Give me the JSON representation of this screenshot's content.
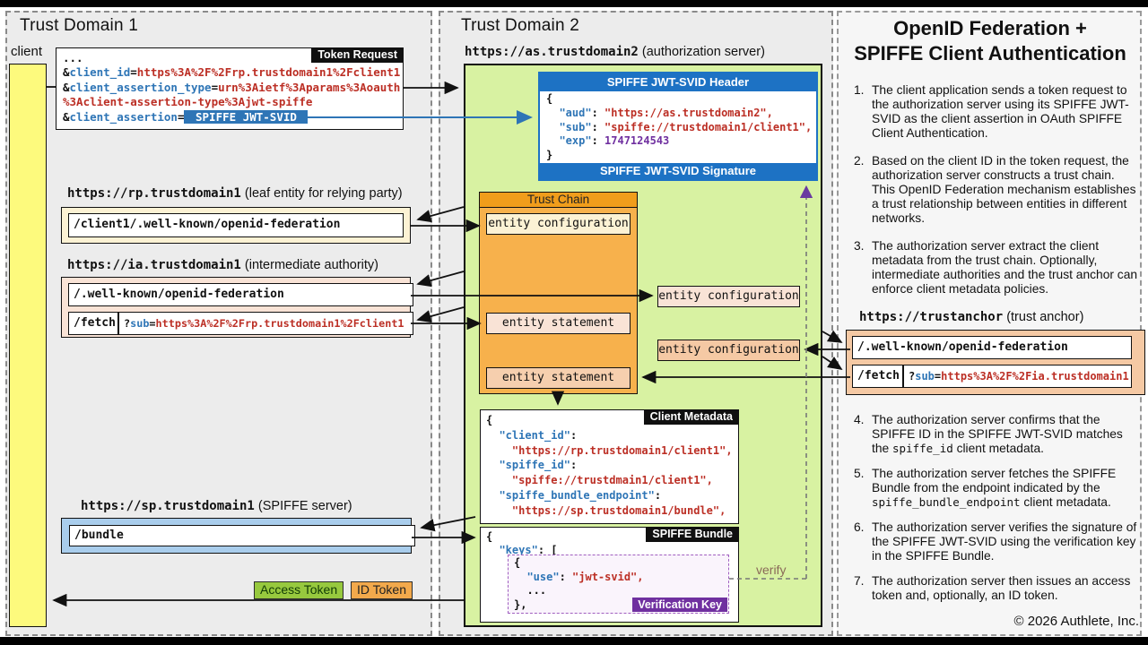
{
  "colors": {
    "accent_blue": "#2e75b6",
    "code_red": "#bc2f25",
    "code_purple": "#7030a0",
    "green_box": "#d8f2a2",
    "client_yellow": "#fdfa7d",
    "rp_cream": "#fcf2d4",
    "ia_pink": "#f9e3d6",
    "ta_peach": "#f5c9a4",
    "trust_chain_orange": "#f7b14c",
    "trust_chain_title_orange": "#f09d1b",
    "access_token_green": "#97c93e",
    "id_token_orange": "#f2a94c",
    "jwt_blue": "#1d72c4",
    "verification_purple": "#7030a0"
  },
  "td1": {
    "title": "Trust Domain 1",
    "client_label": "client",
    "token_request": {
      "label": "Token Request",
      "lines": [
        [
          {
            "t": "...",
            "c": "p"
          }
        ],
        [
          {
            "t": "&",
            "c": "p"
          },
          {
            "t": "client_id",
            "c": "k"
          },
          {
            "t": "=",
            "c": "p"
          },
          {
            "t": "https%3A%2F%2Frp.trustdomain1%2Fclient1",
            "c": "v"
          }
        ],
        [
          {
            "t": "&",
            "c": "p"
          },
          {
            "t": "client_assertion_type",
            "c": "k"
          },
          {
            "t": "=",
            "c": "p"
          },
          {
            "t": "urn%3Aietf%3Aparams%3Aoauth",
            "c": "v"
          }
        ],
        [
          {
            "t": "%3Aclient-assertion-type%3Ajwt-spiffe",
            "c": "v"
          }
        ],
        [
          {
            "t": "&",
            "c": "p"
          },
          {
            "t": "client_assertion",
            "c": "k"
          },
          {
            "t": "=",
            "c": "p"
          },
          {
            "t": " SPIFFE JWT-SVID ",
            "c": "badge"
          }
        ]
      ]
    },
    "rp": {
      "url": "https://rp.trustdomain1",
      "note": "(leaf entity for relying party)",
      "endpoint": "/client1/.well-known/openid-federation"
    },
    "ia": {
      "url": "https://ia.trustdomain1",
      "note": "(intermediate authority)",
      "endpoint1": "/.well-known/openid-federation",
      "fetch_label": "/fetch",
      "fetch_query": [
        {
          "t": "?",
          "c": "p"
        },
        {
          "t": "sub",
          "c": "k"
        },
        {
          "t": "=",
          "c": "p"
        },
        {
          "t": "https%3A%2F%2Frp.trustdomain1%2Fclient1",
          "c": "v"
        }
      ]
    },
    "sp": {
      "url": "https://sp.trustdomain1",
      "note": "(SPIFFE server)",
      "endpoint": "/bundle"
    },
    "access_token_label": "Access Token",
    "id_token_label": "ID Token"
  },
  "td2": {
    "title": "Trust Domain 2",
    "as_heading": {
      "url": "https://as.trustdomain2",
      "note": "(authorization server)"
    },
    "jwt_svid": {
      "header_label": "SPIFFE JWT-SVID Header",
      "signature_label": "SPIFFE JWT-SVID Signature",
      "lines": [
        [
          {
            "t": "{",
            "c": "p"
          }
        ],
        [
          {
            "t": "  ",
            "c": "p"
          },
          {
            "t": "\"aud\"",
            "c": "k"
          },
          {
            "t": ": ",
            "c": "p"
          },
          {
            "t": "\"https://as.trustdomain2\",",
            "c": "v"
          }
        ],
        [
          {
            "t": "  ",
            "c": "p"
          },
          {
            "t": "\"sub\"",
            "c": "k"
          },
          {
            "t": ": ",
            "c": "p"
          },
          {
            "t": "\"spiffe://trustdomain1/client1\",",
            "c": "v"
          }
        ],
        [
          {
            "t": "  ",
            "c": "p"
          },
          {
            "t": "\"exp\"",
            "c": "k"
          },
          {
            "t": ": ",
            "c": "p"
          },
          {
            "t": "1747124543",
            "c": "n"
          }
        ],
        [
          {
            "t": "}",
            "c": "p"
          }
        ]
      ]
    },
    "trust_chain": {
      "title": "Trust Chain",
      "items": [
        {
          "label": "entity configuration"
        },
        {
          "label": "entity statement"
        },
        {
          "label": "entity statement"
        }
      ]
    },
    "outside": {
      "ec1": "entity configuration",
      "ec2": "entity configuration"
    },
    "client_metadata": {
      "label": "Client Metadata",
      "lines": [
        [
          {
            "t": "{",
            "c": "p"
          }
        ],
        [
          {
            "t": "  ",
            "c": "p"
          },
          {
            "t": "\"client_id\"",
            "c": "k"
          },
          {
            "t": ":",
            "c": "p"
          }
        ],
        [
          {
            "t": "    ",
            "c": "p"
          },
          {
            "t": "\"https://rp.trustdomain1/client1\",",
            "c": "v"
          }
        ],
        [
          {
            "t": "  ",
            "c": "p"
          },
          {
            "t": "\"spiffe_id\"",
            "c": "k"
          },
          {
            "t": ":",
            "c": "p"
          }
        ],
        [
          {
            "t": "    ",
            "c": "p"
          },
          {
            "t": "\"spiffe://trustdmain1/client1\",",
            "c": "v"
          }
        ],
        [
          {
            "t": "  ",
            "c": "p"
          },
          {
            "t": "\"spiffe_bundle_endpoint\"",
            "c": "k"
          },
          {
            "t": ":",
            "c": "p"
          }
        ],
        [
          {
            "t": "    ",
            "c": "p"
          },
          {
            "t": "\"https://sp.trustdomain1/bundle\",",
            "c": "v"
          }
        ]
      ]
    },
    "spiffe_bundle": {
      "label": "SPIFFE Bundle",
      "outer_lines": [
        [
          {
            "t": "{",
            "c": "p"
          }
        ],
        [
          {
            "t": "  ",
            "c": "p"
          },
          {
            "t": "\"keys\"",
            "c": "k"
          },
          {
            "t": ": [",
            "c": "p"
          }
        ]
      ],
      "inner_lines": [
        [
          {
            "t": "{",
            "c": "p"
          }
        ],
        [
          {
            "t": "  ",
            "c": "p"
          },
          {
            "t": "\"use\"",
            "c": "k"
          },
          {
            "t": ": ",
            "c": "p"
          },
          {
            "t": "\"jwt-svid\",",
            "c": "v"
          }
        ],
        [
          {
            "t": "  ...",
            "c": "p"
          }
        ],
        [
          {
            "t": "},",
            "c": "p"
          }
        ]
      ],
      "verification_key_label": "Verification Key"
    },
    "verify_label": "verify"
  },
  "panel": {
    "title_line1": "OpenID Federation +",
    "title_line2": "SPIFFE Client Authentication",
    "items_top": [
      {
        "num": "1.",
        "segs": [
          {
            "t": "The client application sends a token request to the authorization server using its SPIFFE JWT-SVID as the client assertion in OAuth SPIFFE Client Authentication.",
            "c": "p"
          }
        ]
      },
      {
        "num": "2.",
        "segs": [
          {
            "t": "Based on the client ID in the token request, the authorization server constructs a trust chain. This OpenID Federation mechanism establishes a trust relationship between entities in different networks.",
            "c": "p"
          }
        ]
      },
      {
        "num": "3.",
        "segs": [
          {
            "t": "The authorization server extract the client metadata from the trust chain. Optionally, intermediate authorities and the trust anchor can enforce client metadata policies.",
            "c": "p"
          }
        ]
      }
    ],
    "trust_anchor": {
      "url": "https://trustanchor",
      "note": "(trust anchor)",
      "endpoint1": "/.well-known/openid-federation",
      "fetch_label": "/fetch",
      "fetch_query": [
        {
          "t": "?",
          "c": "p"
        },
        {
          "t": "sub",
          "c": "k"
        },
        {
          "t": "=",
          "c": "p"
        },
        {
          "t": "https%3A%2F%2Fia.trustdomain1",
          "c": "v"
        }
      ]
    },
    "items_bottom": [
      {
        "num": "4.",
        "segs": [
          {
            "t": "The authorization server confirms that the SPIFFE ID in the SPIFFE JWT-SVID matches the ",
            "c": "p"
          },
          {
            "t": "spiffe_id",
            "c": "m"
          },
          {
            "t": " client metadata.",
            "c": "p"
          }
        ]
      },
      {
        "num": "5.",
        "segs": [
          {
            "t": "The authorization server fetches the SPIFFE Bundle from the endpoint indicated by the ",
            "c": "p"
          },
          {
            "t": "spiffe_bundle_endpoint",
            "c": "m"
          },
          {
            "t": " client metadata.",
            "c": "p"
          }
        ]
      },
      {
        "num": "6.",
        "segs": [
          {
            "t": "The authorization server verifies the signature of the SPIFFE JWT-SVID using the verification key in the SPIFFE Bundle.",
            "c": "p"
          }
        ]
      },
      {
        "num": "7.",
        "segs": [
          {
            "t": "The authorization server then issues an access token and, optionally, an ID token.",
            "c": "p"
          }
        ]
      }
    ],
    "copyright": "© 2026 Authlete, Inc."
  }
}
